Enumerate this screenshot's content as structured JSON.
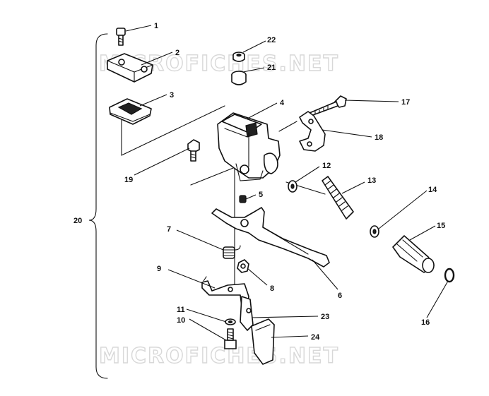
{
  "watermark": {
    "text": "MICROFICHES.NET"
  },
  "callouts": [
    {
      "id": "1",
      "label": "1"
    },
    {
      "id": "2",
      "label": "2"
    },
    {
      "id": "3",
      "label": "3"
    },
    {
      "id": "4",
      "label": "4"
    },
    {
      "id": "5",
      "label": "5"
    },
    {
      "id": "6",
      "label": "6"
    },
    {
      "id": "7",
      "label": "7"
    },
    {
      "id": "8",
      "label": "8"
    },
    {
      "id": "9",
      "label": "9"
    },
    {
      "id": "10",
      "label": "10"
    },
    {
      "id": "11",
      "label": "11"
    },
    {
      "id": "12",
      "label": "12"
    },
    {
      "id": "13",
      "label": "13"
    },
    {
      "id": "14",
      "label": "14"
    },
    {
      "id": "15",
      "label": "15"
    },
    {
      "id": "16",
      "label": "16"
    },
    {
      "id": "17",
      "label": "17"
    },
    {
      "id": "18",
      "label": "18"
    },
    {
      "id": "19",
      "label": "19"
    },
    {
      "id": "20",
      "label": "20"
    },
    {
      "id": "21",
      "label": "21"
    },
    {
      "id": "22",
      "label": "22"
    },
    {
      "id": "23",
      "label": "23"
    },
    {
      "id": "24",
      "label": "24"
    }
  ]
}
